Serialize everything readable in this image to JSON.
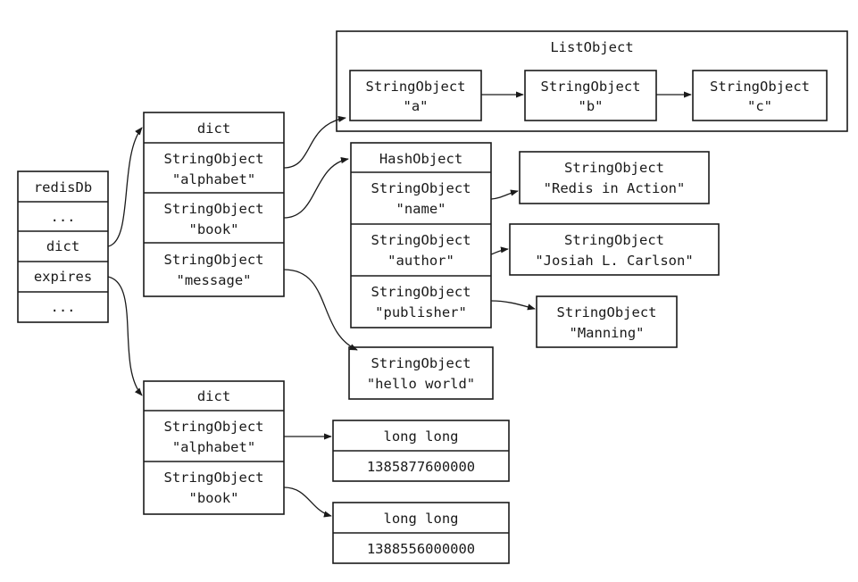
{
  "redisdb": {
    "rows": [
      "redisDb",
      "...",
      "dict",
      "expires",
      "..."
    ]
  },
  "dict_main": {
    "header": "dict",
    "entries": [
      {
        "line1": "StringObject",
        "line2": "\"alphabet\""
      },
      {
        "line1": "StringObject",
        "line2": "\"book\""
      },
      {
        "line1": "StringObject",
        "line2": "\"message\""
      }
    ]
  },
  "list_object": {
    "title": "ListObject",
    "items": [
      {
        "line1": "StringObject",
        "line2": "\"a\""
      },
      {
        "line1": "StringObject",
        "line2": "\"b\""
      },
      {
        "line1": "StringObject",
        "line2": "\"c\""
      }
    ]
  },
  "hash_object": {
    "header": "HashObject",
    "fields": [
      {
        "line1": "StringObject",
        "line2": "\"name\""
      },
      {
        "line1": "StringObject",
        "line2": "\"author\""
      },
      {
        "line1": "StringObject",
        "line2": "\"publisher\""
      }
    ]
  },
  "hash_values": [
    {
      "line1": "StringObject",
      "line2": "\"Redis in Action\""
    },
    {
      "line1": "StringObject",
      "line2": "\"Josiah L. Carlson\""
    },
    {
      "line1": "StringObject",
      "line2": "\"Manning\""
    }
  ],
  "message_value": {
    "line1": "StringObject",
    "line2": "\"hello world\""
  },
  "dict_expires": {
    "header": "dict",
    "entries": [
      {
        "line1": "StringObject",
        "line2": "\"alphabet\""
      },
      {
        "line1": "StringObject",
        "line2": "\"book\""
      }
    ]
  },
  "expire_values": [
    {
      "type": "long long",
      "value": "1385877600000"
    },
    {
      "type": "long long",
      "value": "1388556000000"
    }
  ]
}
